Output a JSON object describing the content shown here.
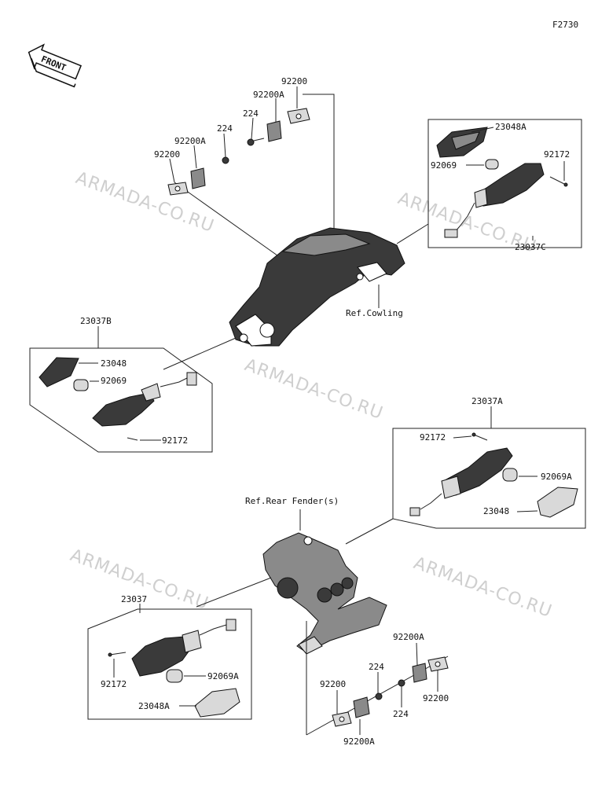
{
  "diagram_code": "F2730",
  "front_label": "FRONT",
  "watermarks": [
    "ARMADA-CO.RU",
    "ARMADA-CO.RU",
    "ARMADA-CO.RU",
    "ARMADA-CO.RU",
    "ARMADA-CO.RU"
  ],
  "refs": {
    "cowling": "Ref.Cowling",
    "rear_fender": "Ref.Rear Fender(s)"
  },
  "labels": {
    "top_92200_a": "92200",
    "top_92200A_a": "92200A",
    "top_224_a": "224",
    "top_92200A_b": "92200A",
    "top_224_b": "224",
    "top_92200_b": "92200",
    "c_23048A": "23048A",
    "c_92069": "92069",
    "c_92172": "92172",
    "c_23037C": "23037C",
    "b_23037B": "23037B",
    "b_23048": "23048",
    "b_92069": "92069",
    "b_92172": "92172",
    "a_23037A": "23037A",
    "a_92172": "92172",
    "a_92069A": "92069A",
    "a_23048": "23048",
    "d_23037": "23037",
    "d_92172": "92172",
    "d_92069A": "92069A",
    "d_23048A": "23048A",
    "bot_92200A_a": "92200A",
    "bot_224_a": "224",
    "bot_92200_a": "92200",
    "bot_224_b": "224",
    "bot_92200_b": "92200",
    "bot_92200A_b": "92200A"
  }
}
